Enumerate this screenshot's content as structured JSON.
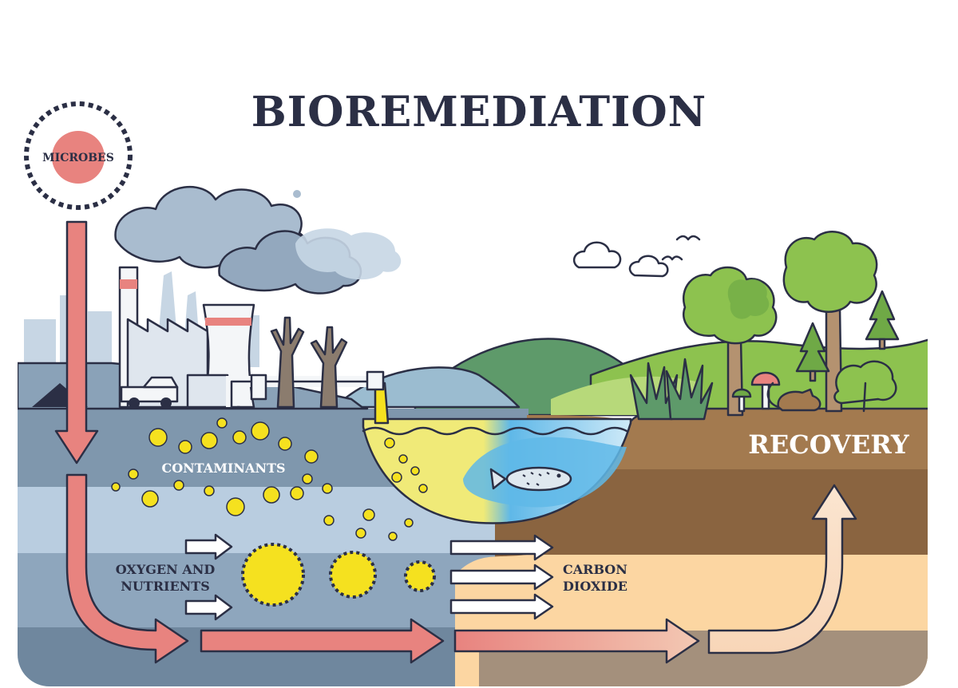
{
  "title": "BIOREMEDIATION",
  "labels": {
    "microbes": "MICROBES",
    "contaminants": "CONTAMINANTS",
    "oxygen_line1": "OXYGEN AND",
    "oxygen_line2": "NUTRIENTS",
    "carbon_line1": "CARBON",
    "carbon_line2": "DIOXIDE",
    "recovery": "RECOVERY"
  },
  "colors": {
    "arrow": "#e8837f",
    "contaminant": "#f5e11f",
    "soil_polluted": "#8aa2b8",
    "soil_recovered": "#8a6440",
    "title": "#2b2f45"
  }
}
